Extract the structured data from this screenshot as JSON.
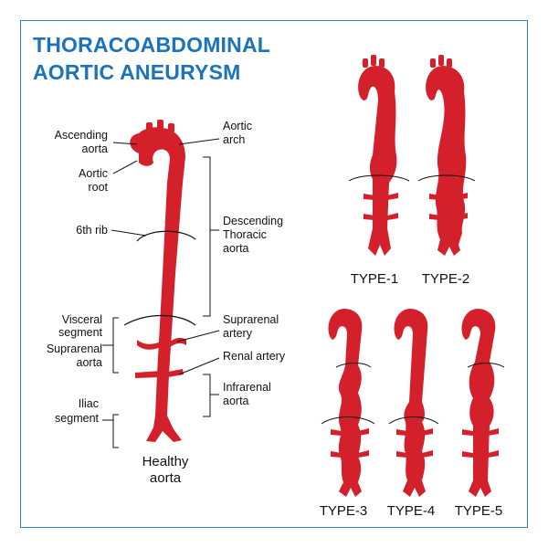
{
  "title": {
    "line1": "THORACOABDOMINAL",
    "line2": "AORTIC ANEURYSM"
  },
  "colors": {
    "title": "#1b72bd",
    "aorta": "#d3202a",
    "frame": "#2f86c6",
    "lines": "#111111"
  },
  "left_labels": {
    "ascending_aorta": [
      "Ascending",
      "aorta"
    ],
    "aortic_root": [
      "Aortic",
      "root"
    ],
    "sixth_rib": "6th rib",
    "visceral_segment": [
      "Visceral",
      "segment"
    ],
    "suprarenal_aorta": [
      "Suprarenal",
      "aorta"
    ],
    "iliac_segment": [
      "Iliac",
      "segment"
    ]
  },
  "right_labels": {
    "aortic_arch": [
      "Aortic",
      "arch"
    ],
    "descending_thoracic_aorta": [
      "Descending",
      "Thoracic",
      "aorta"
    ],
    "suprarenal_artery": [
      "Suprarenal",
      "artery"
    ],
    "renal_artery": "Renal artery",
    "infrarenal_aorta": [
      "Infrarenal",
      "aorta"
    ]
  },
  "healthy_caption": [
    "Healthy",
    "aorta"
  ],
  "types": [
    "TYPE-1",
    "TYPE-2",
    "TYPE-3",
    "TYPE-4",
    "TYPE-5"
  ]
}
